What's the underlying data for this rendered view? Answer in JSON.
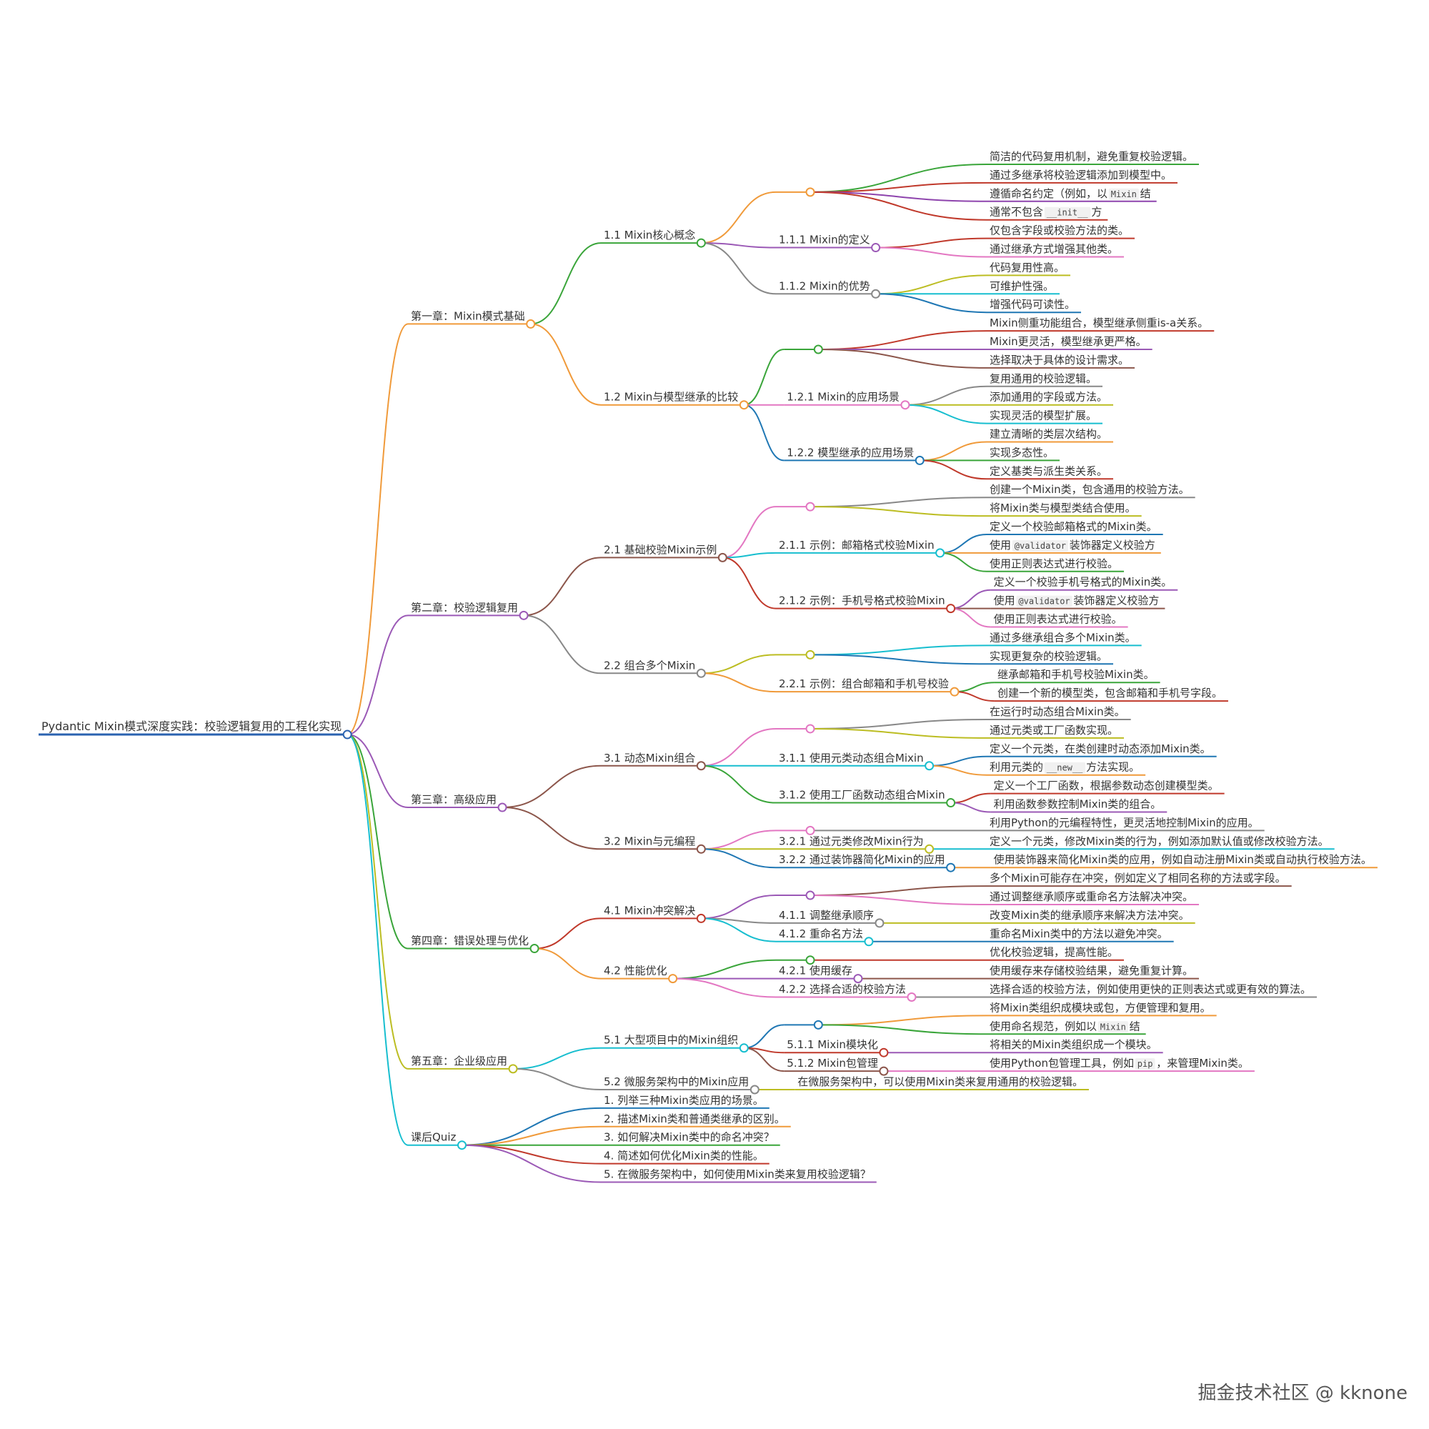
{
  "colors": {
    "dot_fill": "#ffffff",
    "text": "#333333",
    "code_bg": "#f1f1f1"
  },
  "root": {
    "text": "Pydantic Mixin模式深度实践：校验逻辑复用的工程化实现",
    "color": "#2a62b0",
    "children": [
      {
        "text": "第一章：Mixin模式基础",
        "color": "#f09a3a",
        "children": [
          {
            "text": "1.1 Mixin核心概念",
            "color": "#3aa53a",
            "children": [
              {
                "text": "",
                "color": "#f09a3a",
                "children": [
                  {
                    "text": "简洁的代码复用机制，避免重复校验逻辑。",
                    "color": "#3aa53a"
                  },
                  {
                    "text": "通过多继承将校验逻辑添加到模型中。",
                    "color": "#c0392b"
                  },
                  {
                    "segments": [
                      {
                        "t": "遵循命名约定（例如，以 "
                      },
                      {
                        "t": "Mixin",
                        "code": true
                      },
                      {
                        "t": " 结"
                      }
                    ],
                    "color": "#8e44ad"
                  },
                  {
                    "segments": [
                      {
                        "t": "通常不包含 "
                      },
                      {
                        "t": "__init__",
                        "code": true
                      },
                      {
                        "t": " 方"
                      }
                    ],
                    "color": "#c0392b"
                  }
                ]
              },
              {
                "text": "1.1.1 Mixin的定义",
                "color": "#9b59b6",
                "children": [
                  {
                    "text": "仅包含字段或校验方法的类。",
                    "color": "#c0392b"
                  },
                  {
                    "text": "通过继承方式增强其他类。",
                    "color": "#e377c2"
                  }
                ]
              },
              {
                "text": "1.1.2 Mixin的优势",
                "color": "#888888",
                "children": [
                  {
                    "text": "代码复用性高。",
                    "color": "#bcbd22"
                  },
                  {
                    "text": "可维护性强。",
                    "color": "#17becf"
                  },
                  {
                    "text": "增强代码可读性。",
                    "color": "#1f77b4"
                  }
                ]
              }
            ]
          },
          {
            "text": "1.2 Mixin与模型继承的比较",
            "color": "#f09a3a",
            "children": [
              {
                "text": "",
                "color": "#3aa53a",
                "children": [
                  {
                    "text": "Mixin侧重功能组合，模型继承侧重is-a关系。",
                    "color": "#c0392b"
                  },
                  {
                    "text": "Mixin更灵活，模型继承更严格。",
                    "color": "#9b59b6"
                  },
                  {
                    "text": "选择取决于具体的设计需求。",
                    "color": "#8c564b"
                  }
                ]
              },
              {
                "text": "1.2.1 Mixin的应用场景",
                "color": "#e377c2",
                "children": [
                  {
                    "text": "复用通用的校验逻辑。",
                    "color": "#888888"
                  },
                  {
                    "text": "添加通用的字段或方法。",
                    "color": "#bcbd22"
                  },
                  {
                    "text": "实现灵活的模型扩展。",
                    "color": "#17becf"
                  }
                ]
              },
              {
                "text": "1.2.2 模型继承的应用场景",
                "color": "#1f77b4",
                "children": [
                  {
                    "text": "建立清晰的类层次结构。",
                    "color": "#f09a3a"
                  },
                  {
                    "text": "实现多态性。",
                    "color": "#3aa53a"
                  },
                  {
                    "text": "定义基类与派生类关系。",
                    "color": "#c0392b"
                  }
                ]
              }
            ]
          }
        ]
      },
      {
        "text": "第二章：校验逻辑复用",
        "color": "#9b59b6",
        "children": [
          {
            "text": "2.1 基础校验Mixin示例",
            "color": "#8c564b",
            "children": [
              {
                "text": "",
                "color": "#e377c2",
                "children": [
                  {
                    "text": "创建一个Mixin类，包含通用的校验方法。",
                    "color": "#888888"
                  },
                  {
                    "text": "将Mixin类与模型类结合使用。",
                    "color": "#bcbd22"
                  }
                ]
              },
              {
                "text": "2.1.1 示例：邮箱格式校验Mixin",
                "color": "#17becf",
                "children": [
                  {
                    "text": "定义一个校验邮箱格式的Mixin类。",
                    "color": "#1f77b4"
                  },
                  {
                    "segments": [
                      {
                        "t": "使用 "
                      },
                      {
                        "t": "@validator",
                        "code": true
                      },
                      {
                        "t": " 装饰器定义校验方"
                      }
                    ],
                    "color": "#f09a3a"
                  },
                  {
                    "text": "使用正则表达式进行校验。",
                    "color": "#3aa53a"
                  }
                ]
              },
              {
                "text": "2.1.2 示例：手机号格式校验Mixin",
                "color": "#c0392b",
                "children": [
                  {
                    "text": "定义一个校验手机号格式的Mixin类。",
                    "color": "#9b59b6"
                  },
                  {
                    "segments": [
                      {
                        "t": "使用 "
                      },
                      {
                        "t": "@validator",
                        "code": true
                      },
                      {
                        "t": " 装饰器定义校验方"
                      }
                    ],
                    "color": "#8c564b"
                  },
                  {
                    "text": "使用正则表达式进行校验。",
                    "color": "#e377c2"
                  }
                ]
              }
            ]
          },
          {
            "text": "2.2 组合多个Mixin",
            "color": "#888888",
            "children": [
              {
                "text": "",
                "color": "#bcbd22",
                "children": [
                  {
                    "text": "通过多继承组合多个Mixin类。",
                    "color": "#17becf"
                  },
                  {
                    "text": "实现更复杂的校验逻辑。",
                    "color": "#1f77b4"
                  }
                ]
              },
              {
                "text": "2.2.1 示例：组合邮箱和手机号校验",
                "color": "#f09a3a",
                "children": [
                  {
                    "text": "继承邮箱和手机号校验Mixin类。",
                    "color": "#3aa53a"
                  },
                  {
                    "text": "创建一个新的模型类，包含邮箱和手机号字段。",
                    "color": "#c0392b"
                  }
                ]
              }
            ]
          }
        ]
      },
      {
        "text": "第三章：高级应用",
        "color": "#9b59b6",
        "children": [
          {
            "text": "3.1 动态Mixin组合",
            "color": "#8c564b",
            "children": [
              {
                "text": "",
                "color": "#e377c2",
                "children": [
                  {
                    "text": "在运行时动态组合Mixin类。",
                    "color": "#888888"
                  },
                  {
                    "text": "通过元类或工厂函数实现。",
                    "color": "#bcbd22"
                  }
                ]
              },
              {
                "text": "3.1.1 使用元类动态组合Mixin",
                "color": "#17becf",
                "children": [
                  {
                    "text": "定义一个元类，在类创建时动态添加Mixin类。",
                    "color": "#1f77b4"
                  },
                  {
                    "segments": [
                      {
                        "t": "利用元类的 "
                      },
                      {
                        "t": "__new__",
                        "code": true
                      },
                      {
                        "t": " 方法实现。"
                      }
                    ],
                    "color": "#f09a3a"
                  }
                ]
              },
              {
                "text": "3.1.2 使用工厂函数动态组合Mixin",
                "color": "#3aa53a",
                "children": [
                  {
                    "text": "定义一个工厂函数，根据参数动态创建模型类。",
                    "color": "#c0392b"
                  },
                  {
                    "text": "利用函数参数控制Mixin类的组合。",
                    "color": "#9b59b6"
                  }
                ]
              }
            ]
          },
          {
            "text": "3.2 Mixin与元编程",
            "color": "#8c564b",
            "children": [
              {
                "text": "",
                "color": "#e377c2",
                "children": [
                  {
                    "text": "利用Python的元编程特性，更灵活地控制Mixin的应用。",
                    "color": "#888888"
                  }
                ]
              },
              {
                "text": "3.2.1 通过元类修改Mixin行为",
                "color": "#bcbd22",
                "children": [
                  {
                    "text": "定义一个元类，修改Mixin类的行为，例如添加默认值或修改校验方法。",
                    "color": "#17becf"
                  }
                ]
              },
              {
                "text": "3.2.2 通过装饰器简化Mixin的应用",
                "color": "#1f77b4",
                "children": [
                  {
                    "text": "使用装饰器来简化Mixin类的应用，例如自动注册Mixin类或自动执行校验方法。",
                    "color": "#f09a3a"
                  }
                ]
              }
            ]
          }
        ]
      },
      {
        "text": "第四章：错误处理与优化",
        "color": "#3aa53a",
        "children": [
          {
            "text": "4.1 Mixin冲突解决",
            "color": "#c0392b",
            "children": [
              {
                "text": "",
                "color": "#9b59b6",
                "children": [
                  {
                    "text": "多个Mixin可能存在冲突，例如定义了相同名称的方法或字段。",
                    "color": "#8c564b"
                  },
                  {
                    "text": "通过调整继承顺序或重命名方法解决冲突。",
                    "color": "#e377c2"
                  }
                ]
              },
              {
                "text": "4.1.1 调整继承顺序",
                "color": "#888888",
                "children": [
                  {
                    "text": "改变Mixin类的继承顺序来解决方法冲突。",
                    "color": "#bcbd22"
                  }
                ]
              },
              {
                "text": "4.1.2 重命名方法",
                "color": "#17becf",
                "children": [
                  {
                    "text": "重命名Mixin类中的方法以避免冲突。",
                    "color": "#1f77b4"
                  }
                ]
              }
            ]
          },
          {
            "text": "4.2 性能优化",
            "color": "#f09a3a",
            "children": [
              {
                "text": "",
                "color": "#3aa53a",
                "children": [
                  {
                    "text": "优化校验逻辑，提高性能。",
                    "color": "#c0392b"
                  }
                ]
              },
              {
                "text": "4.2.1 使用缓存",
                "color": "#9b59b6",
                "children": [
                  {
                    "text": "使用缓存来存储校验结果，避免重复计算。",
                    "color": "#8c564b"
                  }
                ]
              },
              {
                "text": "4.2.2 选择合适的校验方法",
                "color": "#e377c2",
                "children": [
                  {
                    "text": "选择合适的校验方法，例如使用更快的正则表达式或更有效的算法。",
                    "color": "#888888"
                  }
                ]
              }
            ]
          }
        ]
      },
      {
        "text": "第五章：企业级应用",
        "color": "#bcbd22",
        "children": [
          {
            "text": "5.1 大型项目中的Mixin组织",
            "color": "#17becf",
            "children": [
              {
                "text": "",
                "color": "#1f77b4",
                "children": [
                  {
                    "text": "将Mixin类组织成模块或包，方便管理和复用。",
                    "color": "#f09a3a"
                  },
                  {
                    "segments": [
                      {
                        "t": "使用命名规范，例如以 "
                      },
                      {
                        "t": "Mixin",
                        "code": true
                      },
                      {
                        "t": " 结"
                      }
                    ],
                    "color": "#3aa53a"
                  }
                ]
              },
              {
                "text": "5.1.1 Mixin模块化",
                "color": "#c0392b",
                "children": [
                  {
                    "text": "将相关的Mixin类组织成一个模块。",
                    "color": "#9b59b6"
                  }
                ]
              },
              {
                "text": "5.1.2 Mixin包管理",
                "color": "#8c564b",
                "children": [
                  {
                    "segments": [
                      {
                        "t": "使用Python包管理工具，例如 "
                      },
                      {
                        "t": "pip",
                        "code": true
                      },
                      {
                        "t": " ，来管理Mixin类。"
                      }
                    ],
                    "color": "#e377c2"
                  }
                ]
              }
            ]
          },
          {
            "text": "5.2 微服务架构中的Mixin应用",
            "color": "#888888",
            "children": [
              {
                "text": "在微服务架构中，可以使用Mixin类来复用通用的校验逻辑。",
                "color": "#bcbd22"
              }
            ]
          }
        ]
      },
      {
        "text": "课后Quiz",
        "color": "#17becf",
        "children": [
          {
            "text": "1. 列举三种Mixin类应用的场景。",
            "color": "#1f77b4"
          },
          {
            "text": "2. 描述Mixin类和普通类继承的区别。",
            "color": "#f09a3a"
          },
          {
            "text": "3. 如何解决Mixin类中的命名冲突？",
            "color": "#3aa53a"
          },
          {
            "text": "4. 简述如何优化Mixin类的性能。",
            "color": "#c0392b"
          },
          {
            "text": "5. 在微服务架构中，如何使用Mixin类来复用校验逻辑？",
            "color": "#9b59b6"
          }
        ]
      }
    ]
  },
  "watermark": {
    "text": "掘金技术社区 @ kknone"
  }
}
